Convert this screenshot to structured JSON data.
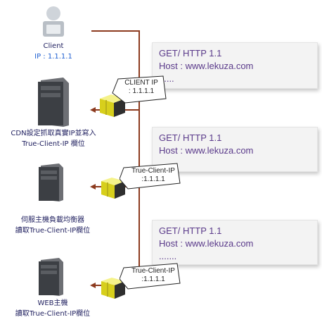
{
  "client": {
    "name": "Client",
    "ip": "IP : 1.1.1.1"
  },
  "servers": [
    {
      "line1": "CDN設定抓取真實IP並寫入",
      "line2": "True-Client-IP 欄位"
    },
    {
      "line1": "伺服主機負載均衡器",
      "line2": "讀取True-Client-IP欄位"
    },
    {
      "line1": "WEB主機",
      "line2": "讀取True-Client-IP欄位"
    }
  ],
  "requests": [
    {
      "line1": "GET/ HTTP 1.1",
      "line2": "Host : www.lekuza.com",
      "line3": "......"
    },
    {
      "line1": "GET/ HTTP 1.1",
      "line2": "Host : www.lekuza.com",
      "line3": "......."
    },
    {
      "line1": "GET/ HTTP 1.1",
      "line2": "Host : www.lekuza.com",
      "line3": "......."
    }
  ],
  "tags": [
    {
      "line1": "CLIENT IP",
      "line2": ": 1.1.1.1"
    },
    {
      "line1": "True-Client-IP",
      "line2": ":1.1.1.1"
    },
    {
      "line1": "True-Client-IP",
      "line2": ":1.1.1.1"
    }
  ],
  "colors": {
    "connector": "#8c3a1e",
    "package": "#e6e22a",
    "text_blue": "#1f5fd1",
    "text_navy": "#1e1e5e",
    "request_text": "#5a3a8a"
  }
}
